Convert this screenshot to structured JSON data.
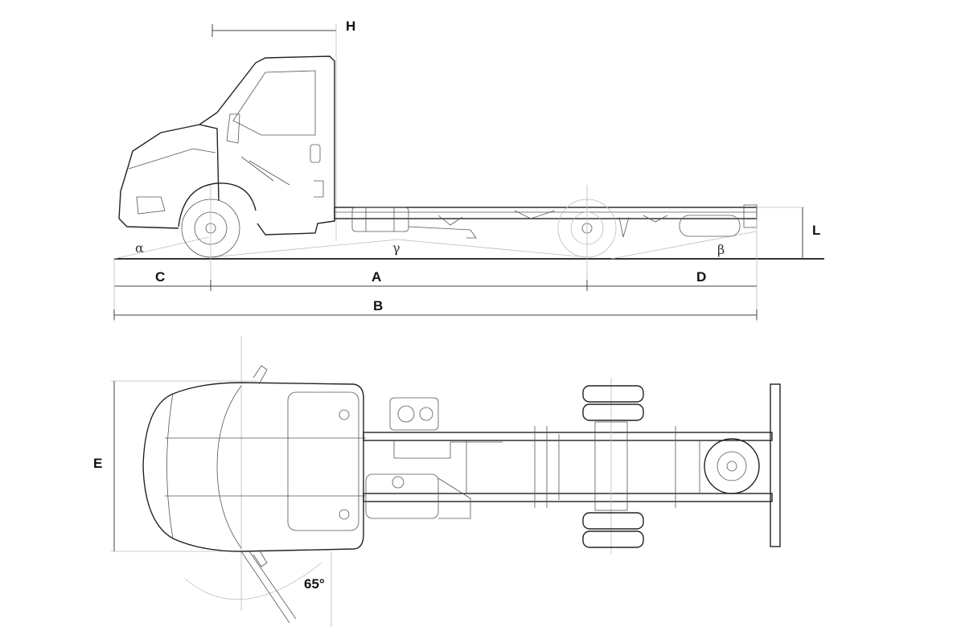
{
  "dimensions": {
    "H": "H",
    "L": "L",
    "C": "C",
    "A": "A",
    "D": "D",
    "B": "B",
    "E": "E",
    "steer_angle": "65°"
  },
  "angles": {
    "alpha": "α",
    "gamma": "γ",
    "beta": "β"
  }
}
